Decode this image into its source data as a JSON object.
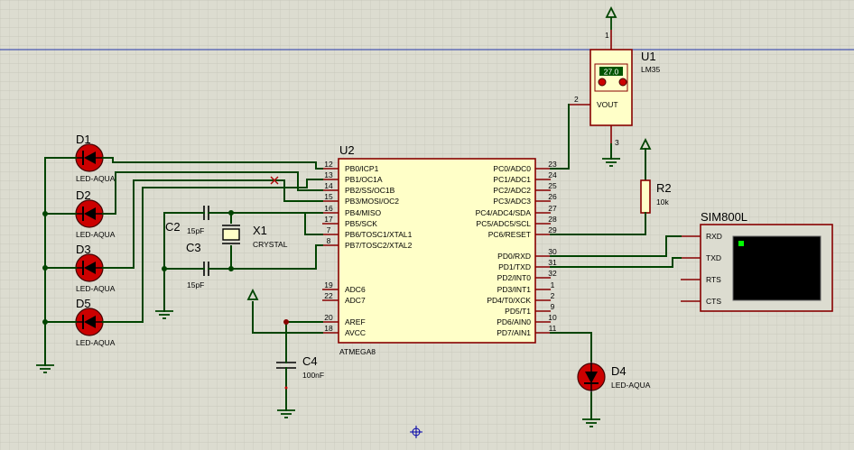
{
  "components": {
    "u1": {
      "ref": "U1",
      "value": "LM35",
      "reading": "27.0",
      "pin_vout": "VOUT",
      "pin1": "1",
      "pin2": "2",
      "pin3": "3"
    },
    "u2": {
      "ref": "U2",
      "value": "ATMEGA8",
      "left_pins": [
        {
          "num": "12",
          "name": "PB0/ICP1"
        },
        {
          "num": "13",
          "name": "PB1/OC1A"
        },
        {
          "num": "14",
          "name": "PB2/SS/OC1B"
        },
        {
          "num": "15",
          "name": "PB3/MOSI/OC2"
        },
        {
          "num": "16",
          "name": "PB4/MISO"
        },
        {
          "num": "17",
          "name": "PB5/SCK"
        },
        {
          "num": "7",
          "name": "PB6/TOSC1/XTAL1"
        },
        {
          "num": "8",
          "name": "PB7/TOSC2/XTAL2"
        },
        {
          "num": "19",
          "name": "ADC6"
        },
        {
          "num": "22",
          "name": "ADC7"
        },
        {
          "num": "20",
          "name": "AREF"
        },
        {
          "num": "18",
          "name": "AVCC"
        }
      ],
      "right_pins": [
        {
          "num": "23",
          "name": "PC0/ADC0"
        },
        {
          "num": "24",
          "name": "PC1/ADC1"
        },
        {
          "num": "25",
          "name": "PC2/ADC2"
        },
        {
          "num": "26",
          "name": "PC3/ADC3"
        },
        {
          "num": "27",
          "name": "PC4/ADC4/SDA"
        },
        {
          "num": "28",
          "name": "PC5/ADC5/SCL"
        },
        {
          "num": "29",
          "name": "PC6/RESET"
        },
        {
          "num": "30",
          "name": "PD0/RXD"
        },
        {
          "num": "31",
          "name": "PD1/TXD"
        },
        {
          "num": "32",
          "name": "PD2/INT0"
        },
        {
          "num": "1",
          "name": "PD3/INT1"
        },
        {
          "num": "2",
          "name": "PD4/T0/XCK"
        },
        {
          "num": "9",
          "name": "PD5/T1"
        },
        {
          "num": "10",
          "name": "PD6/AIN0"
        },
        {
          "num": "11",
          "name": "PD7/AIN1"
        }
      ]
    },
    "sim": {
      "ref": "SIM800L",
      "pins": [
        "RXD",
        "TXD",
        "RTS",
        "CTS"
      ]
    },
    "d1": {
      "ref": "D1",
      "value": "LED-AQUA"
    },
    "d2": {
      "ref": "D2",
      "value": "LED-AQUA"
    },
    "d3": {
      "ref": "D3",
      "value": "LED-AQUA"
    },
    "d4": {
      "ref": "D4",
      "value": "LED-AQUA"
    },
    "d5": {
      "ref": "D5",
      "value": "LED-AQUA"
    },
    "r2": {
      "ref": "R2",
      "value": "10k"
    },
    "c2": {
      "ref": "C2",
      "value": "15pF"
    },
    "c3": {
      "ref": "C3",
      "value": "15pF"
    },
    "c4": {
      "ref": "C4",
      "value": "100nF"
    },
    "x1": {
      "ref": "X1",
      "value": "CRYSTAL"
    }
  },
  "colors": {
    "wire": "#004400",
    "component": "#880000",
    "body_fill": "#ffffc8",
    "background": "#dcdcd0",
    "led_aqua": "#cc0000",
    "sim_screen": "#000000",
    "sim_led": "#00ff00"
  }
}
